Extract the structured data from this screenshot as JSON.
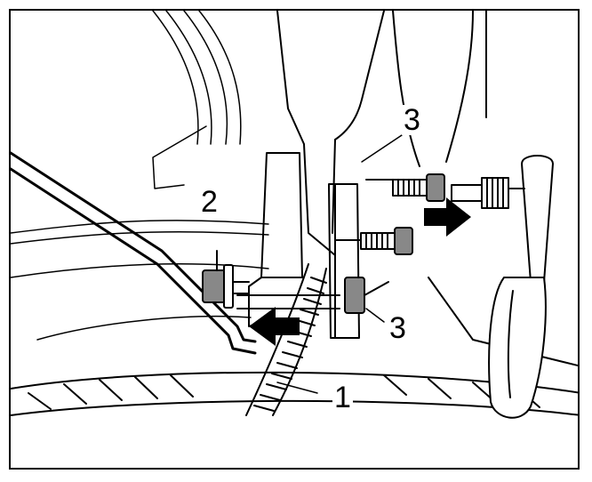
{
  "figure": {
    "callouts": [
      {
        "id": "c1",
        "text": "1"
      },
      {
        "id": "c2",
        "text": "2"
      },
      {
        "id": "c3a",
        "text": "3"
      },
      {
        "id": "c3b",
        "text": "3"
      }
    ],
    "parts": [
      "cable-icon",
      "bracket-icon",
      "bolt-icon",
      "nut-icon",
      "socket-wrench-icon",
      "arrow-icon",
      "wheel-icon"
    ],
    "line_color": "#000000",
    "background": "#ffffff"
  }
}
